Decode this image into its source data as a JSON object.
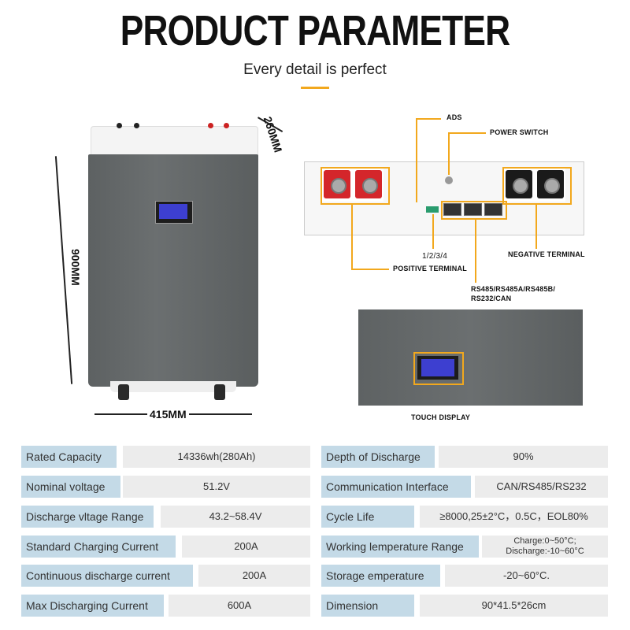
{
  "header": {
    "title": "PRODUCT PARAMETER",
    "subtitle": "Every detail is perfect"
  },
  "dimensions": {
    "depth": "260MM",
    "height": "900MM",
    "width": "415MM"
  },
  "callouts": {
    "ads": "ADS",
    "power_switch": "POWER SWITCH",
    "dip": "1/2/3/4",
    "positive_terminal": "POSITIVE TERMINAL",
    "negative_terminal": "NEGATIVE TERMINAL",
    "comm_ports_line1": "RS485/RS485A/RS485B/",
    "comm_ports_line2": "RS232/CAN",
    "touch_display": "TOUCH DISPLAY"
  },
  "colors": {
    "accent": "#f2a81d",
    "label_bg": "#c4dae7",
    "value_bg": "#ececec"
  },
  "specs_left": [
    {
      "label": "Rated Capacity",
      "value": "14336wh(280Ah)"
    },
    {
      "label": "Nominal voltage",
      "value": "51.2V"
    },
    {
      "label": "Discharge vltage Range",
      "value": "43.2~58.4V"
    },
    {
      "label": "Standard Charging Current",
      "value": "200A"
    },
    {
      "label": "Continuous discharge current",
      "value": "200A"
    },
    {
      "label": "Max Discharging Current",
      "value": "600A"
    }
  ],
  "specs_right": [
    {
      "label": "Depth of Discharge",
      "value": "90%"
    },
    {
      "label": "Communication Interface",
      "value": "CAN/RS485/RS232"
    },
    {
      "label": "Cycle Life",
      "value": "≥8000,25±2°C，0.5C，EOL80%"
    },
    {
      "label": "Working lemperature Range",
      "value_line1": "Charge:0~50°C;",
      "value_line2": "Discharge:-10~60°C"
    },
    {
      "label": "Storage emperature",
      "value": "-20~60°C."
    },
    {
      "label": "Dimension",
      "value": "90*41.5*26cm"
    }
  ]
}
